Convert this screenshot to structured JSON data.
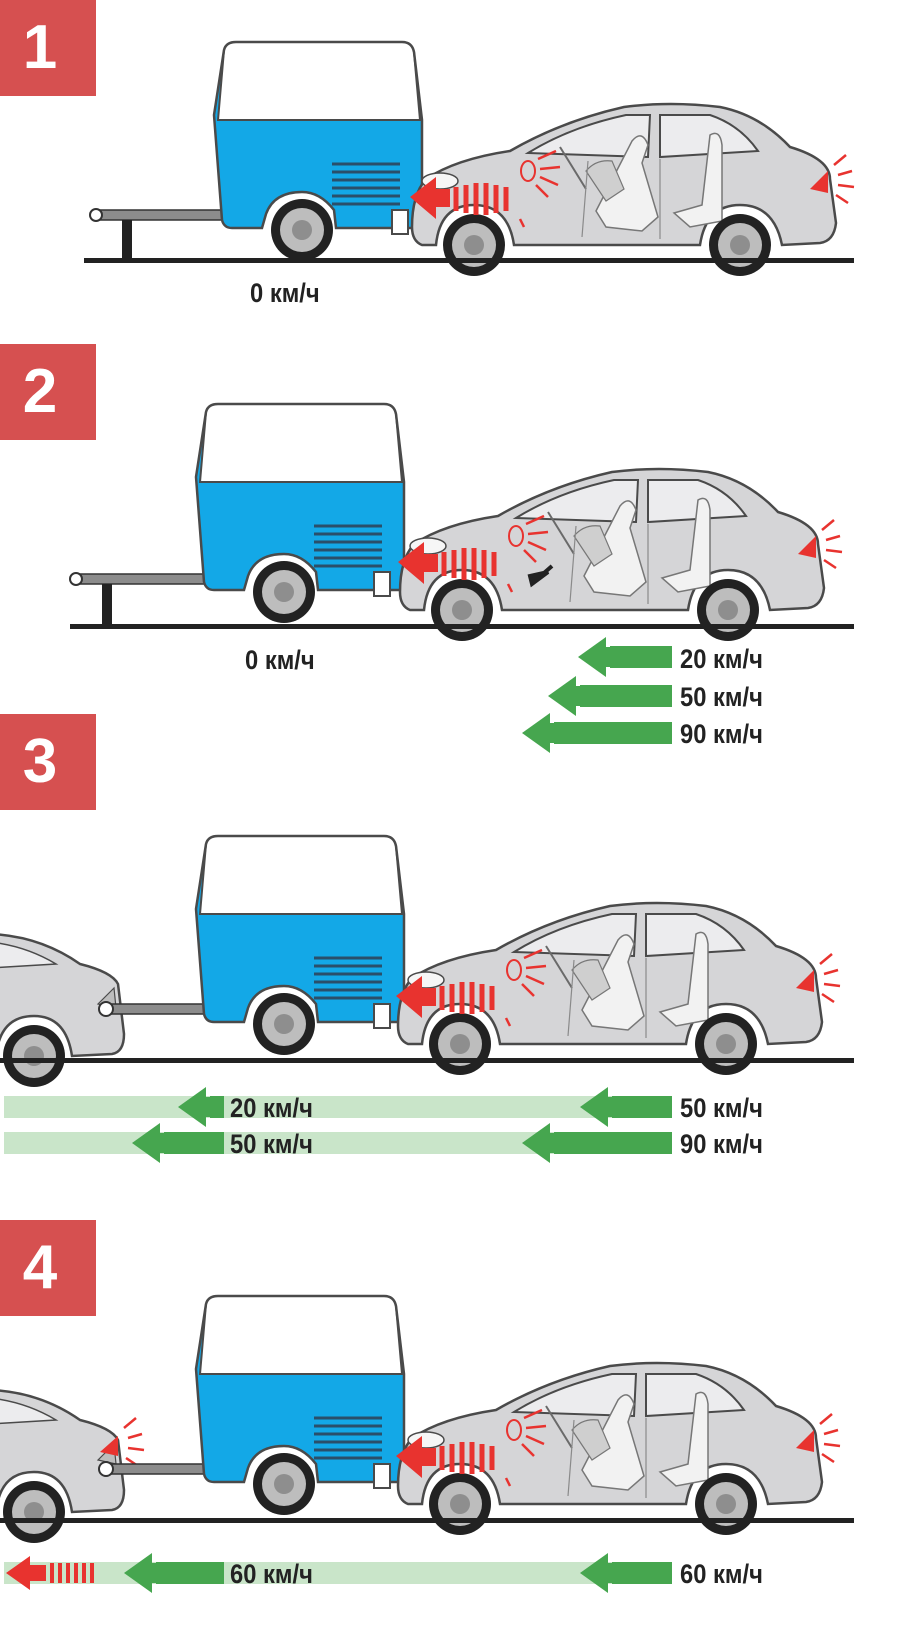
{
  "colors": {
    "badge": "#d65050",
    "trailer_blue": "#13a8e7",
    "car_gray": "#d5d5d7",
    "arrow_green": "#46a64f",
    "arrow_green_light": "#c9e5c9",
    "impact_red": "#e8332f",
    "ground": "#222222"
  },
  "icons": {
    "speed_arrow": "arrow-left-icon",
    "impact": "impact-arrow-icon",
    "lamp": "lamp-rays-icon"
  },
  "steps": [
    {
      "number": "1",
      "trailer_speed": "0 км/ч"
    },
    {
      "number": "2",
      "trailer_speed": "0 км/ч",
      "car_speeds": [
        "20 км/ч",
        "50 км/ч",
        "90 км/ч"
      ]
    },
    {
      "number": "3",
      "towing_speeds": [
        "20 км/ч",
        "50 км/ч"
      ],
      "car_speeds": [
        "50 км/ч",
        "90 км/ч"
      ]
    },
    {
      "number": "4",
      "towing_speed": "60 км/ч",
      "car_speed": "60 км/ч"
    }
  ]
}
